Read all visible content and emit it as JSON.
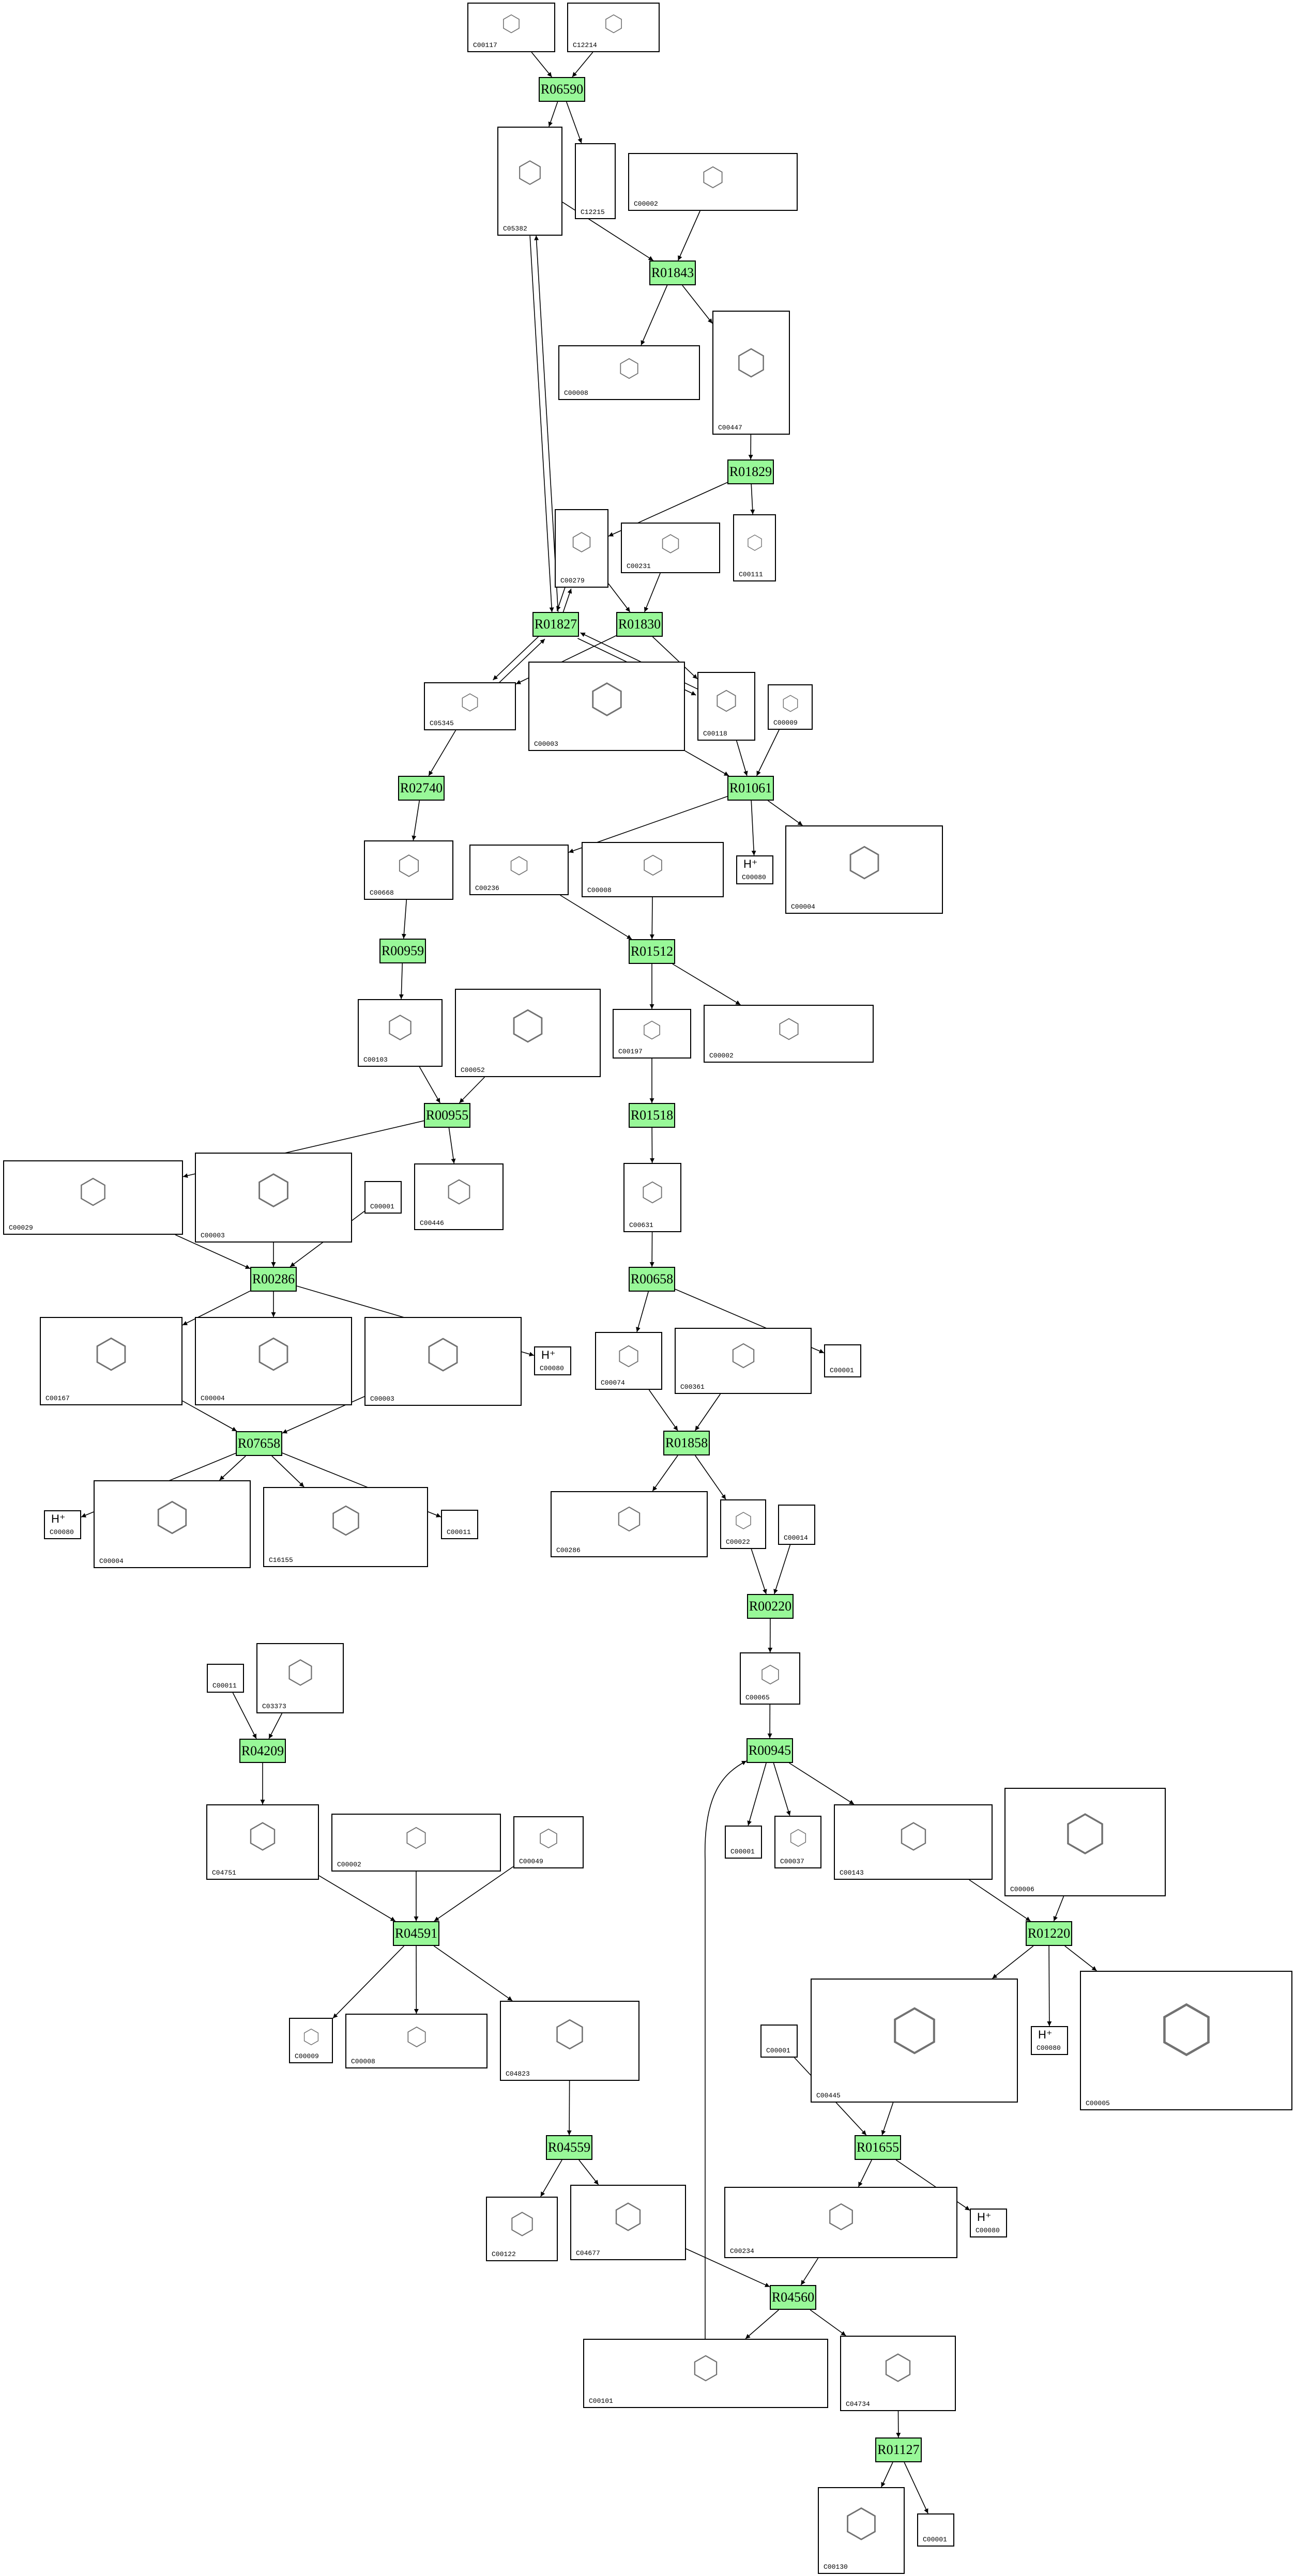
{
  "diagram": {
    "reaction_color": "#98f898",
    "nodes": [
      {
        "id": "C00117"
      },
      {
        "id": "C12214"
      },
      {
        "id": "R06590"
      },
      {
        "id": "C05382"
      },
      {
        "id": "C12215"
      },
      {
        "id": "C00002"
      },
      {
        "id": "R01843"
      },
      {
        "id": "C00008"
      },
      {
        "id": "C00447"
      },
      {
        "id": "R01829"
      },
      {
        "id": "C00279"
      },
      {
        "id": "C00231"
      },
      {
        "id": "C00111"
      },
      {
        "id": "R01827"
      },
      {
        "id": "R01830"
      },
      {
        "id": "C05345"
      },
      {
        "id": "C00003"
      },
      {
        "id": "C00118"
      },
      {
        "id": "C00009"
      },
      {
        "id": "R02740"
      },
      {
        "id": "R01061"
      },
      {
        "id": "C00668"
      },
      {
        "id": "C00236"
      },
      {
        "id": "C00008"
      },
      {
        "id": "C00080",
        "formula": "H⁺"
      },
      {
        "id": "C00004"
      },
      {
        "id": "R00959"
      },
      {
        "id": "R01512"
      },
      {
        "id": "C00103"
      },
      {
        "id": "C00052"
      },
      {
        "id": "C00197"
      },
      {
        "id": "C00002"
      },
      {
        "id": "R00955"
      },
      {
        "id": "R01518"
      },
      {
        "id": "C00029"
      },
      {
        "id": "C00003"
      },
      {
        "id": "C00001"
      },
      {
        "id": "C00446"
      },
      {
        "id": "C00631"
      },
      {
        "id": "R00286"
      },
      {
        "id": "R00658"
      },
      {
        "id": "C00167"
      },
      {
        "id": "C00004"
      },
      {
        "id": "C00003"
      },
      {
        "id": "C00080",
        "formula": "H⁺"
      },
      {
        "id": "C00074"
      },
      {
        "id": "C00361"
      },
      {
        "id": "C00001"
      },
      {
        "id": "R07658"
      },
      {
        "id": "R01858"
      },
      {
        "id": "C00080",
        "formula": "H⁺"
      },
      {
        "id": "C00004"
      },
      {
        "id": "C16155"
      },
      {
        "id": "C00011"
      },
      {
        "id": "C00286"
      },
      {
        "id": "C00022"
      },
      {
        "id": "C00014"
      },
      {
        "id": "R00220"
      },
      {
        "id": "C00065"
      },
      {
        "id": "C00011"
      },
      {
        "id": "C03373"
      },
      {
        "id": "R04209"
      },
      {
        "id": "R00945"
      },
      {
        "id": "C04751"
      },
      {
        "id": "C00002"
      },
      {
        "id": "C00049"
      },
      {
        "id": "C00001"
      },
      {
        "id": "C00037"
      },
      {
        "id": "C00143"
      },
      {
        "id": "C00006"
      },
      {
        "id": "R04591"
      },
      {
        "id": "R01220"
      },
      {
        "id": "C00009"
      },
      {
        "id": "C00008"
      },
      {
        "id": "C04823"
      },
      {
        "id": "C00445"
      },
      {
        "id": "C00001"
      },
      {
        "id": "C00080",
        "formula": "H⁺"
      },
      {
        "id": "C00005"
      },
      {
        "id": "R04559"
      },
      {
        "id": "R01655"
      },
      {
        "id": "C00122"
      },
      {
        "id": "C04677"
      },
      {
        "id": "C00234"
      },
      {
        "id": "C00080",
        "formula": "H⁺"
      },
      {
        "id": "R04560"
      },
      {
        "id": "C00101"
      },
      {
        "id": "C04734"
      },
      {
        "id": "R01127"
      },
      {
        "id": "C00130"
      },
      {
        "id": "C00001"
      }
    ],
    "edges": [
      [
        0,
        2
      ],
      [
        1,
        2
      ],
      [
        2,
        3
      ],
      [
        2,
        4
      ],
      [
        3,
        6
      ],
      [
        5,
        6
      ],
      [
        6,
        7
      ],
      [
        6,
        8
      ],
      [
        8,
        9
      ],
      [
        9,
        10
      ],
      [
        9,
        12
      ],
      [
        3,
        13
      ],
      [
        13,
        3
      ],
      [
        10,
        13
      ],
      [
        13,
        10
      ],
      [
        10,
        14
      ],
      [
        11,
        14
      ],
      [
        13,
        15
      ],
      [
        15,
        13
      ],
      [
        14,
        15
      ],
      [
        13,
        17
      ],
      [
        17,
        13
      ],
      [
        14,
        17
      ],
      [
        15,
        19
      ],
      [
        16,
        20
      ],
      [
        17,
        20
      ],
      [
        18,
        20
      ],
      [
        20,
        22
      ],
      [
        20,
        24
      ],
      [
        20,
        25
      ],
      [
        19,
        21
      ],
      [
        21,
        26
      ],
      [
        26,
        28
      ],
      [
        22,
        27
      ],
      [
        23,
        27
      ],
      [
        27,
        30
      ],
      [
        27,
        31
      ],
      [
        28,
        32
      ],
      [
        29,
        32
      ],
      [
        32,
        34
      ],
      [
        32,
        37
      ],
      [
        30,
        33
      ],
      [
        33,
        38
      ],
      [
        34,
        39
      ],
      [
        35,
        39
      ],
      [
        36,
        39
      ],
      [
        39,
        41
      ],
      [
        39,
        42
      ],
      [
        39,
        44
      ],
      [
        38,
        40
      ],
      [
        40,
        45
      ],
      [
        40,
        47
      ],
      [
        41,
        48
      ],
      [
        43,
        48
      ],
      [
        48,
        50
      ],
      [
        48,
        51
      ],
      [
        48,
        52
      ],
      [
        48,
        53
      ],
      [
        45,
        49
      ],
      [
        46,
        49
      ],
      [
        49,
        54
      ],
      [
        49,
        55
      ],
      [
        55,
        57
      ],
      [
        56,
        57
      ],
      [
        57,
        58
      ],
      [
        58,
        62
      ],
      [
        86,
        62
      ],
      [
        62,
        66
      ],
      [
        62,
        67
      ],
      [
        62,
        68
      ],
      [
        59,
        61
      ],
      [
        60,
        61
      ],
      [
        61,
        63
      ],
      [
        63,
        70
      ],
      [
        64,
        70
      ],
      [
        65,
        70
      ],
      [
        70,
        72
      ],
      [
        70,
        73
      ],
      [
        70,
        74
      ],
      [
        74,
        79
      ],
      [
        79,
        81
      ],
      [
        79,
        82
      ],
      [
        68,
        71
      ],
      [
        69,
        71
      ],
      [
        71,
        75
      ],
      [
        71,
        77
      ],
      [
        71,
        78
      ],
      [
        75,
        80
      ],
      [
        76,
        80
      ],
      [
        80,
        83
      ],
      [
        80,
        84
      ],
      [
        82,
        85
      ],
      [
        83,
        85
      ],
      [
        85,
        86
      ],
      [
        85,
        87
      ],
      [
        87,
        88
      ],
      [
        88,
        89
      ],
      [
        88,
        90
      ]
    ]
  }
}
